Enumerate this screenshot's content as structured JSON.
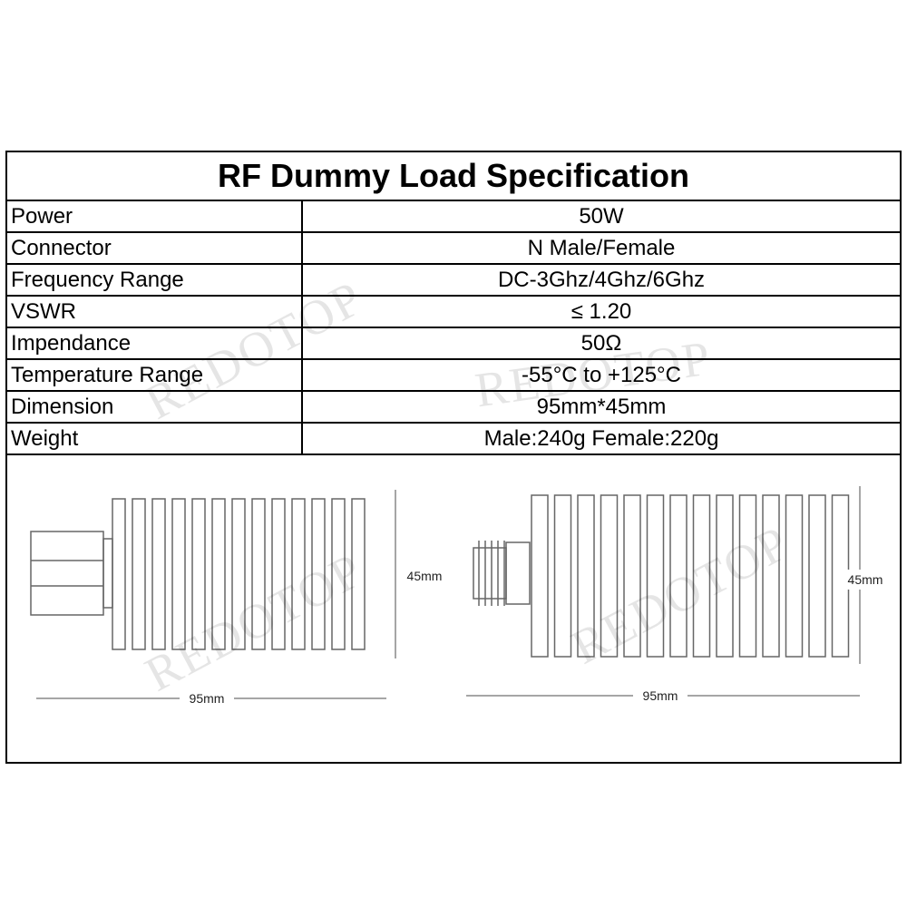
{
  "title": "RF Dummy Load Specification",
  "specs": [
    {
      "label": "Power",
      "value": "50W"
    },
    {
      "label": "Connector",
      "value": "N Male/Female"
    },
    {
      "label": "Frequency Range",
      "value": "DC-3Ghz/4Ghz/6Ghz"
    },
    {
      "label": "VSWR",
      "value": "≤ 1.20"
    },
    {
      "label": "Impendance",
      "value": "50Ω"
    },
    {
      "label": "Temperature Range",
      "value": "-55°C to +125°C"
    },
    {
      "label": "Dimension",
      "value": "95mm*45mm"
    },
    {
      "label": "Weight",
      "value": "Male:240g  Female:220g"
    }
  ],
  "drawings": {
    "male": {
      "height_label": "45mm",
      "length_label": "95mm"
    },
    "female": {
      "height_label": "45mm",
      "length_label": "95mm"
    }
  },
  "watermark": "REDOTOP"
}
